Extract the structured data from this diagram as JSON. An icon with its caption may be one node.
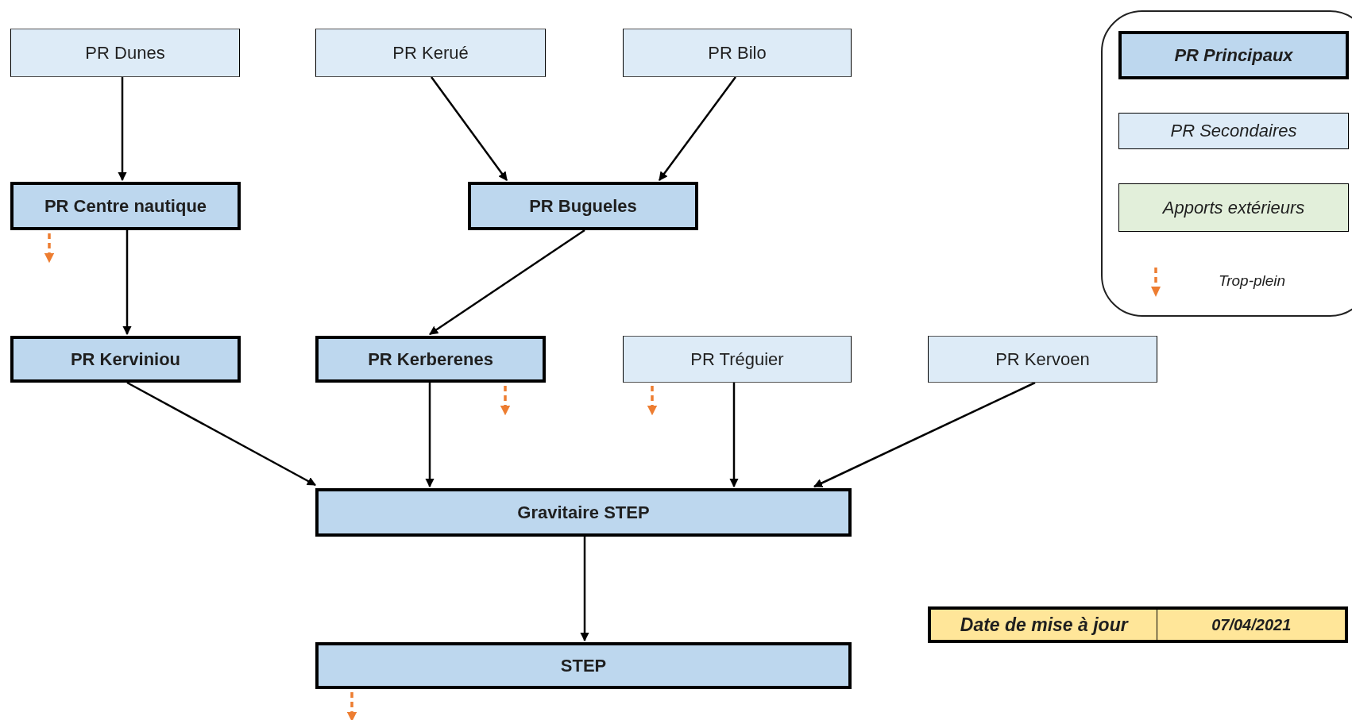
{
  "diagram": {
    "nodes": [
      {
        "text": [
          "PR Dunes"
        ]
      },
      {
        "text": [
          "PR Kerué"
        ]
      },
      {
        "text": [
          "PR Bilo"
        ]
      },
      {
        "text": [
          "PR Centre nautique"
        ]
      },
      {
        "text": [
          "PR Bugueles"
        ]
      },
      {
        "text": [
          "PR Kerviniou"
        ]
      },
      {
        "text": [
          "PR Kerberenes"
        ]
      },
      {
        "text": [
          "PR Tréguier"
        ]
      },
      {
        "text": [
          "PR Kervoen"
        ]
      },
      {
        "text": [
          "Gravitaire STEP"
        ]
      },
      {
        "text": [
          "STEP"
        ]
      }
    ],
    "edges": [
      {
        "from": 0,
        "to": 3,
        "arrow": "to"
      },
      {
        "from": 1,
        "to": 4,
        "arrow": "to"
      },
      {
        "from": 2,
        "to": 4,
        "arrow": "to"
      },
      {
        "from": 3,
        "to": 5,
        "arrow": "to"
      },
      {
        "from": 4,
        "to": 6,
        "arrow": "to"
      },
      {
        "from": 5,
        "to": 9,
        "arrow": "to"
      },
      {
        "from": 6,
        "to": 9,
        "arrow": "to"
      },
      {
        "from": 7,
        "to": 9,
        "arrow": "to"
      },
      {
        "from": 8,
        "to": 9,
        "arrow": "to"
      },
      {
        "from": 9,
        "to": 10,
        "arrow": "to"
      },
      {
        "from": 3,
        "to": null,
        "arrow": "to",
        "style": "dashed",
        "color": "#ed7d31"
      },
      {
        "from": 6,
        "to": null,
        "arrow": "to",
        "style": "dashed",
        "color": "#ed7d31"
      },
      {
        "from": 7,
        "to": null,
        "arrow": "to",
        "style": "dashed",
        "color": "#ed7d31"
      },
      {
        "from": 10,
        "to": null,
        "arrow": "to",
        "style": "dashed",
        "color": "#ed7d31"
      }
    ],
    "labels": [
      "Date de mise à jour",
      "07/04/2021"
    ],
    "legend": [
      {
        "text": "PR Principaux",
        "color": "#bdd7ee"
      },
      {
        "text": "PR Secondaires",
        "color": "#ddebf7"
      },
      {
        "text": "Apports extérieurs",
        "color": "#e2efda"
      },
      {
        "text": "Trop-plein"
      }
    ]
  }
}
